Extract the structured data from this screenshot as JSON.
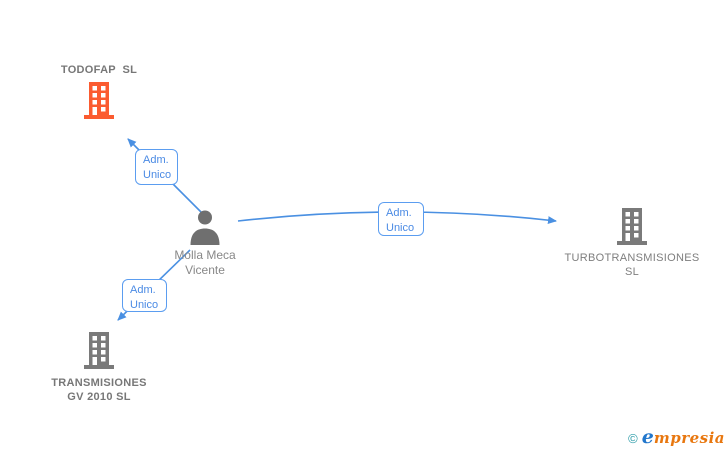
{
  "diagram": {
    "nodes": {
      "todofap": {
        "label": "TODOFAP  SL",
        "type": "company",
        "icon": "building-icon",
        "icon_color": "#fb5b30"
      },
      "person": {
        "label_line1": "Molla Meca",
        "label_line2": "Vicente",
        "type": "person",
        "icon": "person-icon",
        "icon_color": "#6f6f6f"
      },
      "turbotransmisiones": {
        "label_line1": "TURBOTRANSMISIONES",
        "label_line2": "SL",
        "type": "company",
        "icon": "building-icon",
        "icon_color": "#7a7a7a"
      },
      "transmisiones": {
        "label_line1": "TRANSMISIONES",
        "label_line2": "GV 2010 SL",
        "type": "company",
        "icon": "building-icon",
        "icon_color": "#7a7a7a"
      }
    },
    "edges": [
      {
        "from": "person",
        "to": "todofap",
        "label_line1": "Adm.",
        "label_line2": "Unico"
      },
      {
        "from": "person",
        "to": "turbotransmisiones",
        "label_line1": "Adm.",
        "label_line2": "Unico"
      },
      {
        "from": "person",
        "to": "transmisiones",
        "label_line1": "Adm.",
        "label_line2": "Unico"
      }
    ],
    "colors": {
      "edge_blue": "#4a90e2",
      "box_border_blue": "#5b9df0",
      "box_text_blue": "#4a8ae4",
      "company_icon_gray": "#7a7a7a",
      "company_icon_orange": "#fb5b30",
      "label_gray": "#7e7e7e"
    }
  },
  "footer": {
    "copyright_symbol": "©",
    "logo_first_letter": "e",
    "logo_rest": "mpresia"
  }
}
